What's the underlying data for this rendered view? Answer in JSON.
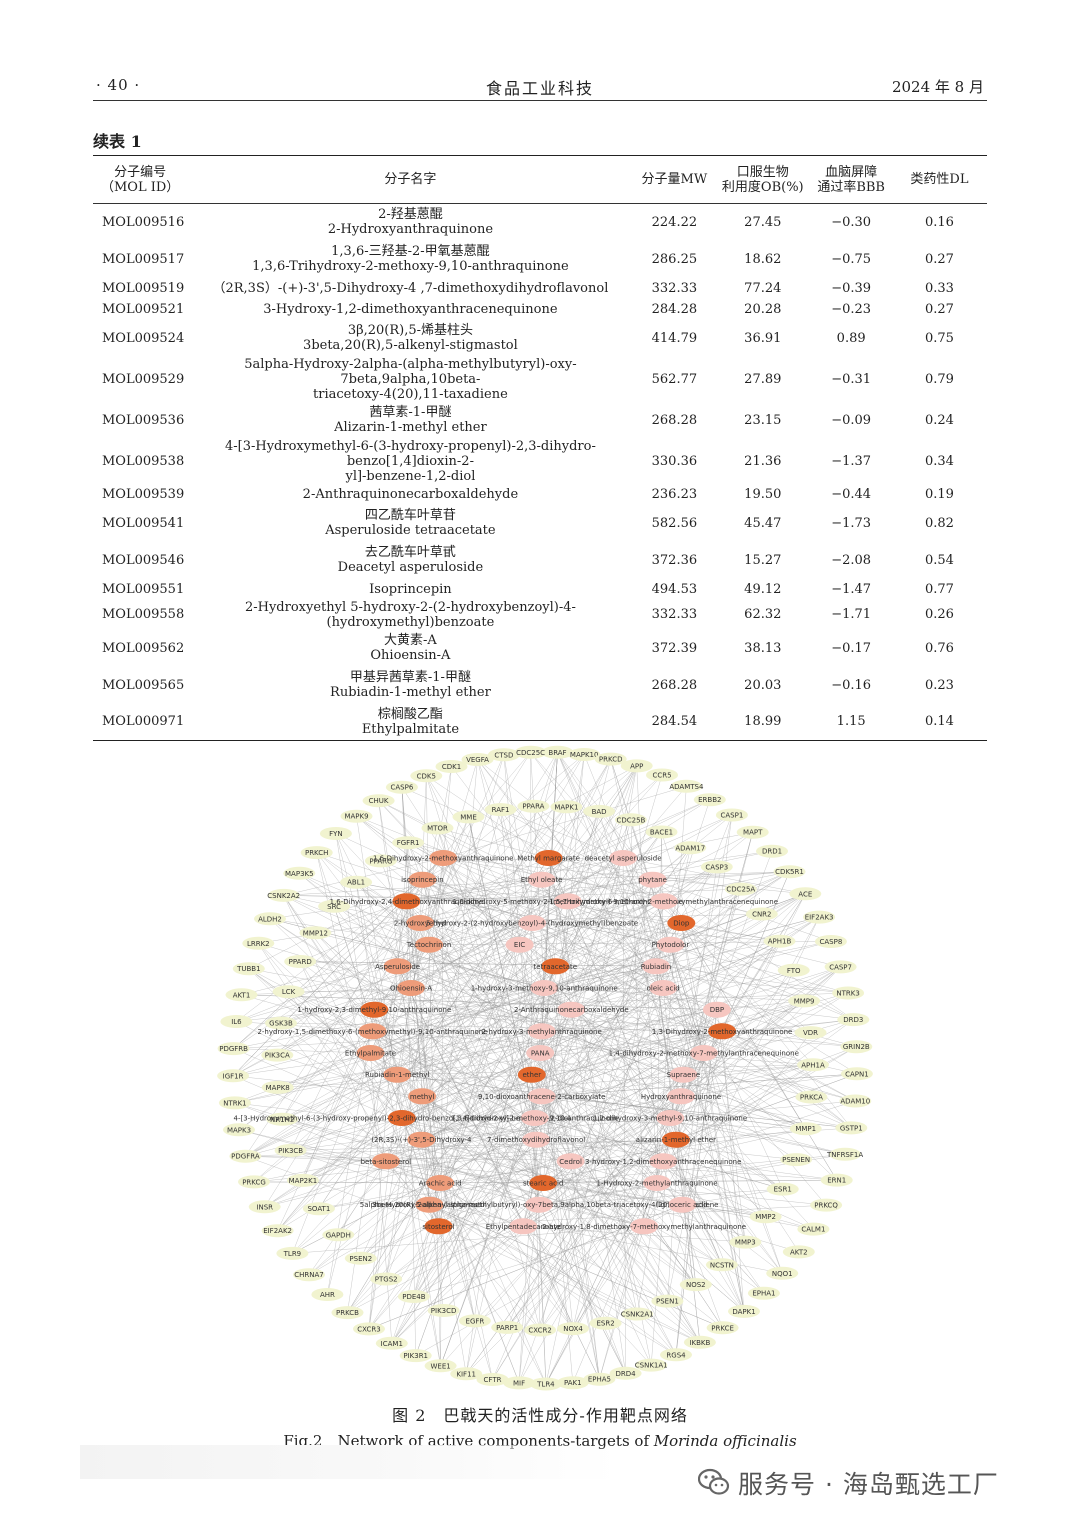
{
  "header": {
    "page": "· 40 ·",
    "journal": "食品工业科技",
    "date": "2024 年 8 月"
  },
  "table": {
    "title": "续表 1",
    "columns": [
      [
        "分子编号",
        "（MOL ID）"
      ],
      [
        "分子名字"
      ],
      [
        "分子量MW"
      ],
      [
        "口服生物",
        "利用度OB(%)"
      ],
      [
        "血脑屏障",
        "通过率BBB"
      ],
      [
        "类药性DL"
      ]
    ],
    "rows": [
      {
        "id": "MOL009516",
        "name": [
          "2-羟基蒽醌",
          "2-Hydroxyanthraquinone"
        ],
        "mw": "224.22",
        "ob": "27.45",
        "bbb": "−0.30",
        "dl": "0.16"
      },
      {
        "id": "MOL009517",
        "name": [
          "1,3,6-三羟基-2-甲氧基蒽醌",
          "1,3,6-Trihydroxy-2-methoxy-9,10-anthraquinone"
        ],
        "mw": "286.25",
        "ob": "18.62",
        "bbb": "−0.75",
        "dl": "0.27"
      },
      {
        "id": "MOL009519",
        "name": [
          "（2R,3S）-(+)-3',5-Dihydroxy-4 ,7-dimethoxydihydroflavonol"
        ],
        "mw": "332.33",
        "ob": "77.24",
        "bbb": "−0.39",
        "dl": "0.33"
      },
      {
        "id": "MOL009521",
        "name": [
          "3-Hydroxy-1,2-dimethoxyanthracenequinone"
        ],
        "mw": "284.28",
        "ob": "20.28",
        "bbb": "−0.23",
        "dl": "0.27"
      },
      {
        "id": "MOL009524",
        "name": [
          "3β,20(R),5-烯基柱头",
          "3beta,20(R),5-alkenyl-stigmastol"
        ],
        "mw": "414.79",
        "ob": "36.91",
        "bbb": "0.89",
        "dl": "0.75"
      },
      {
        "id": "MOL009529",
        "name": [
          "5alpha-Hydroxy-2alpha-(alpha-methylbutyryl)-oxy-7beta,9alpha,10beta-",
          "triacetoxy-4(20),11-taxadiene"
        ],
        "mw": "562.77",
        "ob": "27.89",
        "bbb": "−0.31",
        "dl": "0.79"
      },
      {
        "id": "MOL009536",
        "name": [
          "茜草素-1-甲醚",
          "Alizarin-1-methyl ether"
        ],
        "mw": "268.28",
        "ob": "23.15",
        "bbb": "−0.09",
        "dl": "0.24"
      },
      {
        "id": "MOL009538",
        "name": [
          "4-[3-Hydroxymethyl-6-(3-hydroxy-propenyl)-2,3-dihydro-benzo[1,4]dioxin-2-",
          "yl]-benzene-1,2-diol"
        ],
        "mw": "330.36",
        "ob": "21.36",
        "bbb": "−1.37",
        "dl": "0.34"
      },
      {
        "id": "MOL009539",
        "name": [
          "2-Anthraquinonecarboxaldehyde"
        ],
        "mw": "236.23",
        "ob": "19.50",
        "bbb": "−0.44",
        "dl": "0.19"
      },
      {
        "id": "MOL009541",
        "name": [
          "四乙酰车叶草苷",
          "Asperuloside tetraacetate"
        ],
        "mw": "582.56",
        "ob": "45.47",
        "bbb": "−1.73",
        "dl": "0.82"
      },
      {
        "id": "MOL009546",
        "name": [
          "去乙酰车叶草甙",
          "Deacetyl asperuloside"
        ],
        "mw": "372.36",
        "ob": "15.27",
        "bbb": "−2.08",
        "dl": "0.54"
      },
      {
        "id": "MOL009551",
        "name": [
          "Isoprincepin"
        ],
        "mw": "494.53",
        "ob": "49.12",
        "bbb": "−1.47",
        "dl": "0.77"
      },
      {
        "id": "MOL009558",
        "name": [
          "2-Hydroxyethyl 5-hydroxy-2-(2-hydroxybenzoyl)-4-(hydroxymethyl)benzoate"
        ],
        "mw": "332.33",
        "ob": "62.32",
        "bbb": "−1.71",
        "dl": "0.26"
      },
      {
        "id": "MOL009562",
        "name": [
          "大黄素-A",
          "Ohioensin-A"
        ],
        "mw": "372.39",
        "ob": "38.13",
        "bbb": "−0.17",
        "dl": "0.76"
      },
      {
        "id": "MOL009565",
        "name": [
          "甲基异茜草素-1-甲醚",
          "Rubiadin-1-methyl ether"
        ],
        "mw": "268.28",
        "ob": "20.03",
        "bbb": "−0.16",
        "dl": "0.23"
      },
      {
        "id": "MOL000971",
        "name": [
          "棕榈酸乙酯",
          "Ethylpalmitate"
        ],
        "mw": "284.54",
        "ob": "18.99",
        "bbb": "1.15",
        "dl": "0.14"
      }
    ]
  },
  "network": {
    "targets": [
      "BRAF",
      "MAPK10",
      "PRKCD",
      "APP",
      "CCR5",
      "ADAMTS4",
      "ERBB2",
      "CASP1",
      "MAPT",
      "DRD1",
      "CDK5R1",
      "ACE",
      "EIF2AK3",
      "CASP8",
      "CASP7",
      "NTRK3",
      "DRD3",
      "GRIN2B",
      "CAPN1",
      "ADAM10",
      "GSTP1",
      "TNFRSF1A",
      "ERN1",
      "PRKCQ",
      "CALM1",
      "AKT2",
      "NQO1",
      "EPHA1",
      "DAPK1",
      "PRKCE",
      "IKBKB",
      "RGS4",
      "CSNK1A1",
      "DRD4",
      "EPHA5",
      "PAK1",
      "TLR4",
      "MIF",
      "CFTR",
      "KIF11",
      "WEE1",
      "PIK3R1",
      "ICAM1",
      "CXCR3",
      "PRKCB",
      "AHR",
      "CHRNA7",
      "TLR9",
      "EIF2AK2",
      "INSR",
      "PRKCG",
      "PDGFRA",
      "MAPK3",
      "NTRK1",
      "IGF1R",
      "PDGFRB",
      "IL6",
      "AKT1",
      "TUBB1",
      "LRRK2",
      "ALDH2",
      "CSNK2A2",
      "MAP3K5",
      "PRKCH",
      "FYN",
      "MAPK9",
      "CHUK",
      "CASP6",
      "CDK5",
      "CDK1",
      "VEGFA",
      "CTSD",
      "CDC25C"
    ],
    "inner_targets": [
      "MAPK1",
      "BAD",
      "CDC25B",
      "BACE1",
      "ADAM17",
      "CASP3",
      "CDC25A",
      "CNR2",
      "APH1B",
      "FTO",
      "MMP9",
      "VDR",
      "APH1A",
      "PRKCA",
      "MMP1",
      "PSENEN",
      "ESR1",
      "MMP2",
      "MMP3",
      "NCSTN",
      "NOS2",
      "PSEN1",
      "CSNK2A1",
      "ESR2",
      "NOX4",
      "CXCR2",
      "PARP1",
      "EGFR",
      "PIK3CD",
      "PDE4B",
      "PTGS2",
      "PSEN2",
      "GAPDH",
      "SOAT1",
      "MAP2K1",
      "PIK3CB",
      "NR1H2",
      "MAPK8",
      "PIK3CA",
      "GSK3B",
      "LCK",
      "PPARD",
      "MMP12",
      "SRC",
      "ABL1",
      "PPARG",
      "FGFR1",
      "MTOR",
      "MME",
      "RAF1",
      "PPARA"
    ],
    "compounds": [
      "1,6-Dihydroxy-2-methoxyanthraquinone",
      "Methyl margarate",
      "deacetyl asperuloside",
      "isoprincepin",
      "Ethyl oleate",
      "phytane",
      "1,6-Dihydroxy-2,4-dimethoxyanthraquinone",
      "1,6-dihydroxy-5-methoxy-2-(methoxymethyl)-9,10-anthraquinone",
      "1,5,7-trihydroxy-6-methoxy-2-methoxymethylanthracenequinone",
      "2-hydroxyethyl",
      "5-hydroxy-2-(2-hydroxybenzoyl)-4-(hydroxymethyl)benzoate",
      "Diop",
      "Tectochrinon",
      "EIC",
      "Phytodolor",
      "Asperuloside",
      "tetraacetate",
      "Rubiadin",
      "Ohioensin-A",
      "1-hydroxy-3-methoxy-9,10-anthraquinone",
      "oleic acid",
      "1-hydroxy-2,3-dimethyl-9,10-anthraquinone",
      "2-Anthraquinonecarboxaldehyde",
      "DBP",
      "2-hydroxy-1,5-dimethoxy-6-(methoxymethyl)-9,10-anthraquinone",
      "2-hydroxy-3-methylanthraquinone",
      "1,3-Dihydroxy-2-methoxyanthraquinone",
      "Ethylpalmitate",
      "PANA",
      "1,4-dihydroxy-2-methoxy-7-methylanthracenequinone",
      "Rubiadin-1-methyl",
      "ether",
      "Supraene",
      "methyl",
      "9,10-dioxoanthracene-2-carboxylate",
      "Hydroxyanthraquinone",
      "4-[3-Hydroxymethyl-6-(3-hydroxy-propenyl)-2,3-dihydro-benzo[1,4]dioxin-2-yl]-benzene-1,2-diol",
      "1,3,6-trihydroxy-2-methoxy-9,10-anthraquinone",
      "1,2-dihydroxy-3-methyl-9,10-anthraquinone",
      "(2R,3S)-(+)-3',5-Dihydroxy-4",
      "7-dimethoxydihydroflavonol",
      "alizarin-1-methyl ether",
      "beta-sitosterol",
      "Cedrol",
      "3-hydroxy-1,2-dimethoxyanthracenequinone",
      "Arachic acid",
      "stearic acid",
      "1-Hydroxy-2-methylanthraquinone",
      "3beta,20(R),5-alkenyl-stigmastol",
      "5alpha-Hydroxy-2alpha-(alpha-methylbutyryl)-oxy-7beta,9alpha,10beta-triacetoxy-4(20),11-taxadiene",
      "lignoceric acid",
      "sitosterol",
      "Ethylpentadecanoate",
      "2-hydroxy-1,8-dimethoxy-7-methoxymethylanthraquinone"
    ],
    "colors": {
      "edge": "#9a9a9a",
      "target": "#f1f3cf",
      "compound_light": "#f6c6c0",
      "compound_mid": "#ee9c7a",
      "compound_dark": "#e2672c"
    }
  },
  "caption": {
    "cn": "图 2　巴戟天的活性成分-作用靶点网络",
    "en_prefix": "Fig.2　Network of active components-targets of ",
    "en_species": "Morinda officinalis"
  },
  "watermark": "服务号 · 海岛甄选工厂"
}
